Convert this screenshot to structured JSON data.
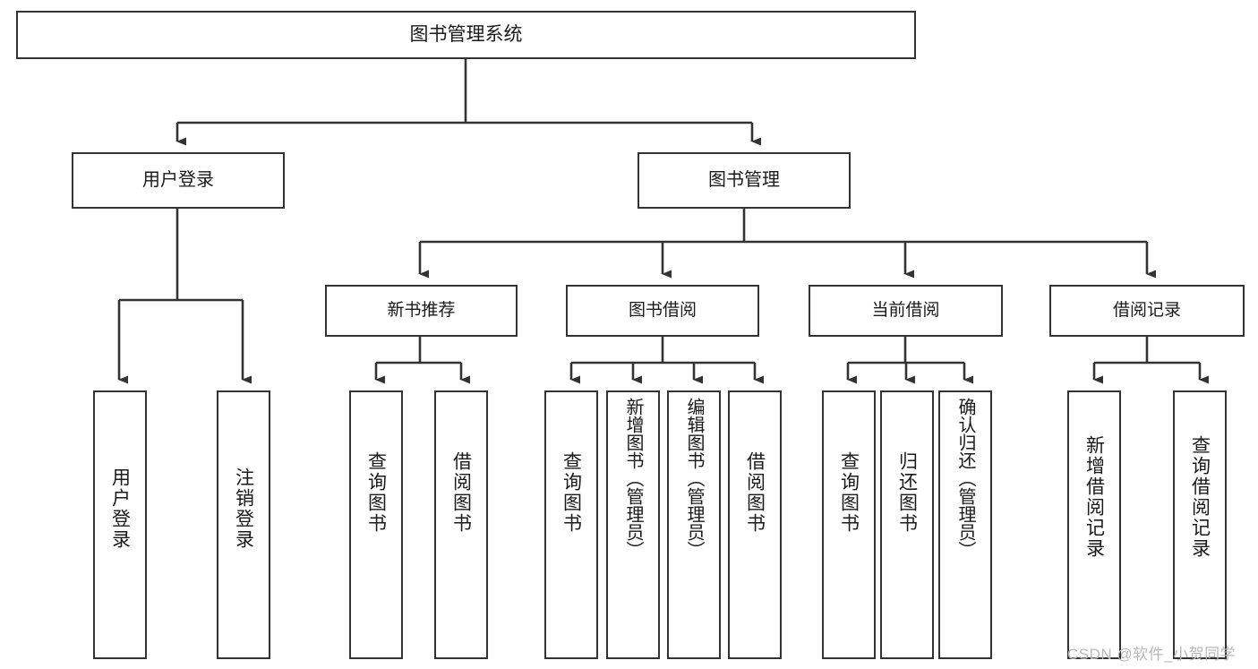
{
  "diagram": {
    "title": "图书管理系统",
    "root": {
      "label": "图书管理系统"
    },
    "level1": [
      {
        "label": "用户登录"
      },
      {
        "label": "图书管理"
      }
    ],
    "level2": [
      {
        "label": "新书推荐"
      },
      {
        "label": "图书借阅"
      },
      {
        "label": "当前借阅"
      },
      {
        "label": "借阅记录"
      }
    ],
    "leaves": {
      "user_login": [
        {
          "label": "用户登录"
        },
        {
          "label": "注销登录"
        }
      ],
      "new_book_recommend": [
        {
          "label": "查询图书"
        },
        {
          "label": "借阅图书"
        }
      ],
      "book_borrow": [
        {
          "label": "查询图书"
        },
        {
          "label": "新增图书（管理员）"
        },
        {
          "label": "编辑图书（管理员）"
        },
        {
          "label": "借阅图书"
        }
      ],
      "current_borrow": [
        {
          "label": "查询图书"
        },
        {
          "label": "归还图书"
        },
        {
          "label": "确认归还（管理员）"
        }
      ],
      "borrow_records": [
        {
          "label": "新增借阅记录"
        },
        {
          "label": "查询借阅记录"
        }
      ]
    }
  },
  "watermark": {
    "text": "CSDN @软件_小贺同学"
  },
  "colors": {
    "box_border": "#333333",
    "box_fill": "#ffffff",
    "connector": "#333333",
    "text": "#1a1a1a",
    "watermark": "#b9b9b9"
  }
}
